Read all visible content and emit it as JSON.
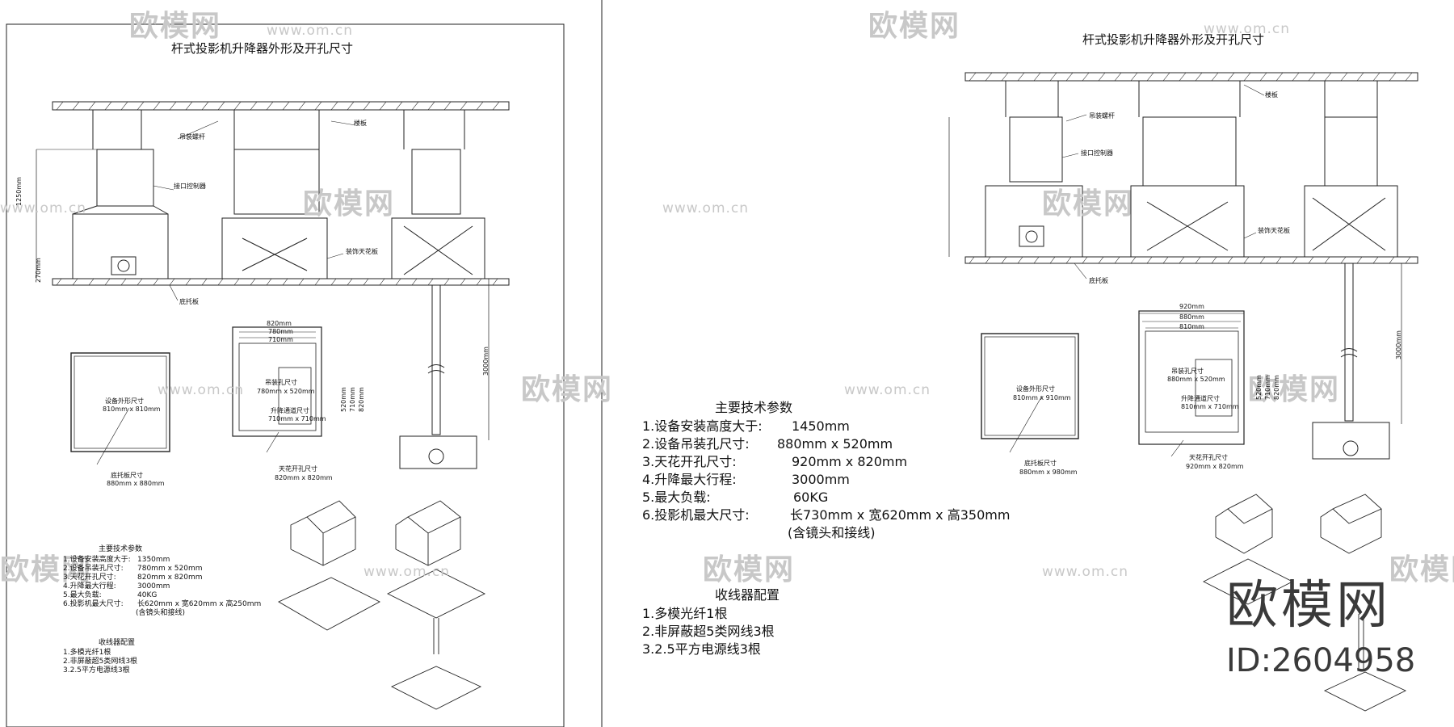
{
  "left": {
    "title": "杆式投影机升降器外形及开孔尺寸",
    "labels": {
      "hanging_rod": "吊装螺杆",
      "beam": "楼板",
      "control_box": "接口控制器",
      "ceiling": "装饰天花板",
      "base_plate": "底托板",
      "height_1250": "1250mm",
      "height_270": "270mm",
      "travel_3000": "3000mm"
    },
    "box_outer": {
      "label": "设备外形尺寸",
      "size": "810mm x 810mm"
    },
    "box_base": {
      "label": "底托板尺寸",
      "size": "880mm x 880mm"
    },
    "ceiling_hole": {
      "dims": [
        "820mm",
        "780mm",
        "710mm"
      ],
      "side_dims": [
        "520mm",
        "710mm",
        "820mm"
      ],
      "hang_label": "吊装孔尺寸",
      "hang_size": "780mm x 520mm",
      "lift_label": "升降通道尺寸",
      "lift_size": "710mm x 710mm",
      "ceil_label": "天花开孔尺寸",
      "ceil_size": "820mm x 820mm"
    },
    "params": {
      "heading": "主要技术参数",
      "rows": [
        {
          "k": "1.设备安装高度大于:",
          "v": "1350mm"
        },
        {
          "k": "2.设备吊装孔尺寸:",
          "v": "780mm x 520mm"
        },
        {
          "k": "3.天花开孔尺寸:",
          "v": "820mm x 820mm"
        },
        {
          "k": "4.升降最大行程:",
          "v": "3000mm"
        },
        {
          "k": "5.最大负载:",
          "v": "40KG"
        },
        {
          "k": "6.投影机最大尺寸:",
          "v": "长620mm x 宽620mm x 高250mm"
        }
      ],
      "note": "(含镜头和接线)"
    },
    "wires": {
      "heading": "收线器配置",
      "items": [
        "1.多模光纤1根",
        "2.非屏蔽超5类网线3根",
        "3.2.5平方电源线3根"
      ]
    }
  },
  "right": {
    "title": "杆式投影机升降器外形及开孔尺寸",
    "labels": {
      "hanging_rod": "吊装螺杆",
      "beam": "楼板",
      "control_box": "接口控制器",
      "ceiling": "装饰天花板",
      "base_plate": "底托板",
      "travel_3000": "3000mm"
    },
    "box_outer": {
      "label": "设备外形尺寸",
      "size": "810mm x 910mm"
    },
    "box_base": {
      "label": "底托板尺寸",
      "size": "880mm x 980mm"
    },
    "ceiling_hole": {
      "dims": [
        "920mm",
        "880mm",
        "810mm"
      ],
      "side_dims": [
        "520mm",
        "710mm",
        "820mm"
      ],
      "hang_label": "吊装孔尺寸",
      "hang_size": "880mm x 520mm",
      "lift_label": "升降通道尺寸",
      "lift_size": "810mm x 710mm",
      "ceil_label": "天花开孔尺寸",
      "ceil_size": "920mm x 820mm"
    },
    "params": {
      "heading": "主要技术参数",
      "rows": [
        {
          "k": "1.设备安装高度大于:",
          "v": "1450mm"
        },
        {
          "k": "2.设备吊装孔尺寸:",
          "v": "880mm x 520mm"
        },
        {
          "k": "3.天花开孔尺寸:",
          "v": "920mm x 820mm"
        },
        {
          "k": "4.升降最大行程:",
          "v": "3000mm"
        },
        {
          "k": "5.最大负载:",
          "v": "60KG"
        },
        {
          "k": "6.投影机最大尺寸:",
          "v": "长730mm x 宽620mm x 高350mm"
        }
      ],
      "note": "(含镜头和接线)"
    },
    "wires": {
      "heading": "收线器配置",
      "items": [
        "1.多模光纤1根",
        "2.非屏蔽超5类网线3根",
        "3.2.5平方电源线3根"
      ]
    }
  },
  "watermark": {
    "cn": "欧模网",
    "url": "www.om.cn",
    "brand": "欧模网",
    "id": "ID:2604958"
  },
  "colors": {
    "line": "#222222",
    "watermark": "#c8c8c8",
    "brand": "#3a3a3a"
  }
}
